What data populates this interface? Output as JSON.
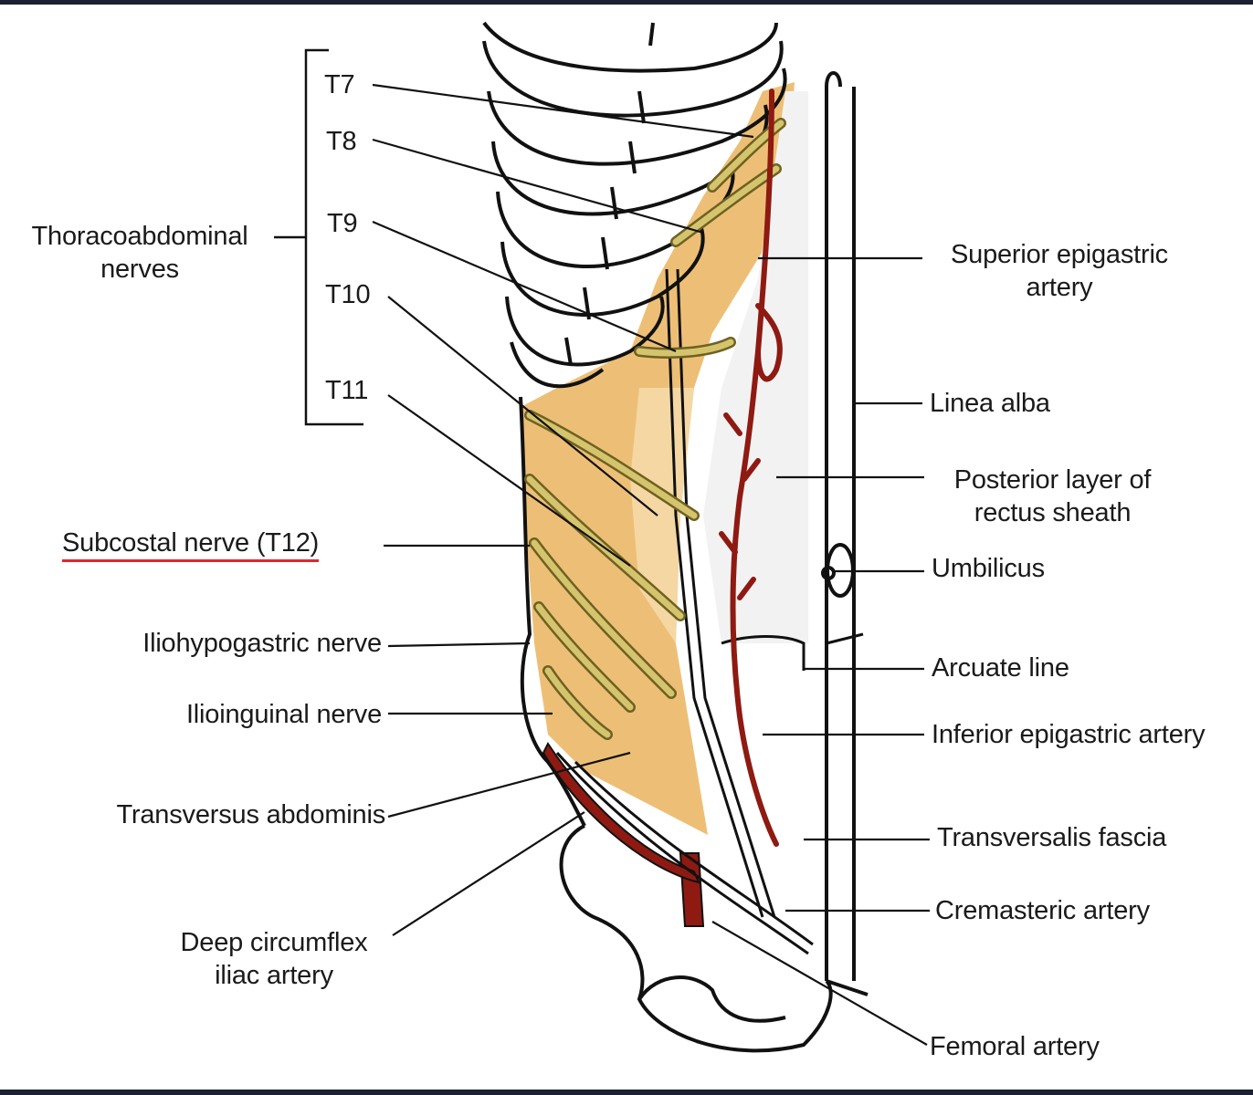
{
  "labels": {
    "t7": "T7",
    "t8": "T8",
    "t9": "T9",
    "t10": "T10",
    "t11": "T11",
    "thoracoabdominal_line1": "Thoracoabdominal",
    "thoracoabdominal_line2": "nerves",
    "subcostal": "Subcostal nerve (T12)",
    "iliohypogastric": "Iliohypogastric nerve",
    "ilioinguinal": "Ilioinguinal nerve",
    "transversus": "Transversus abdominis",
    "deep_circumflex_line1": "Deep circumflex",
    "deep_circumflex_line2": "iliac artery",
    "sup_epigastric_line1": "Superior epigastric",
    "sup_epigastric_line2": "artery",
    "linea_alba": "Linea alba",
    "posterior_layer_line1": "Posterior layer of",
    "posterior_layer_line2": "rectus sheath",
    "umbilicus": "Umbilicus",
    "arcuate_line": "Arcuate line",
    "inf_epigastric": "Inferior epigastric artery",
    "transversalis": "Transversalis fascia",
    "cremasteric": "Cremasteric artery",
    "femoral": "Femoral artery"
  },
  "colors": {
    "muscle": "#e9b25a",
    "muscle_light": "#f5dcac",
    "nerve": "#c8b55a",
    "artery": "#8e1a12",
    "outline": "#111111",
    "highlight_underline": "#e0272b",
    "frame": "#1c2033"
  }
}
